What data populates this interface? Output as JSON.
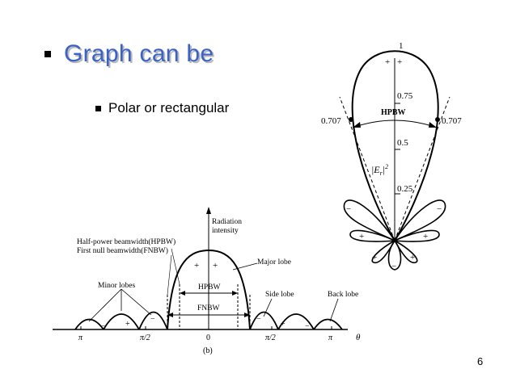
{
  "slide": {
    "title": "Graph can be",
    "subtitle": "Polar or rectangular",
    "page_number": "6"
  },
  "polar": {
    "label_1": "1",
    "label_075": "0.75",
    "label_05": "0.5",
    "label_025": "0.25",
    "label_0707_left": "0.707",
    "label_0707_right": "0.707",
    "hpbw": "HPBW",
    "field_label": "|E",
    "field_sub": "r",
    "field_sup": "2",
    "field_close": "|"
  },
  "rect": {
    "radiation": "Radiation",
    "intensity": "intensity",
    "hpbw_full": "Half-power beamwidth(HPBW)",
    "fnbw_full": "First null beamwidth(FNBW)",
    "minor_lobes": "Minor lobes",
    "major_lobe": "Major lobe",
    "side_lobe": "Side lobe",
    "back_lobe": "Back lobe",
    "hpbw": "HPBW",
    "fnbw": "FNBW",
    "tick_neg_pi": "π",
    "tick_neg_pi2": "π/2",
    "tick_zero": "0",
    "tick_pi2": "π/2",
    "tick_pi": "π",
    "axis": "θ",
    "caption": "(b)"
  }
}
